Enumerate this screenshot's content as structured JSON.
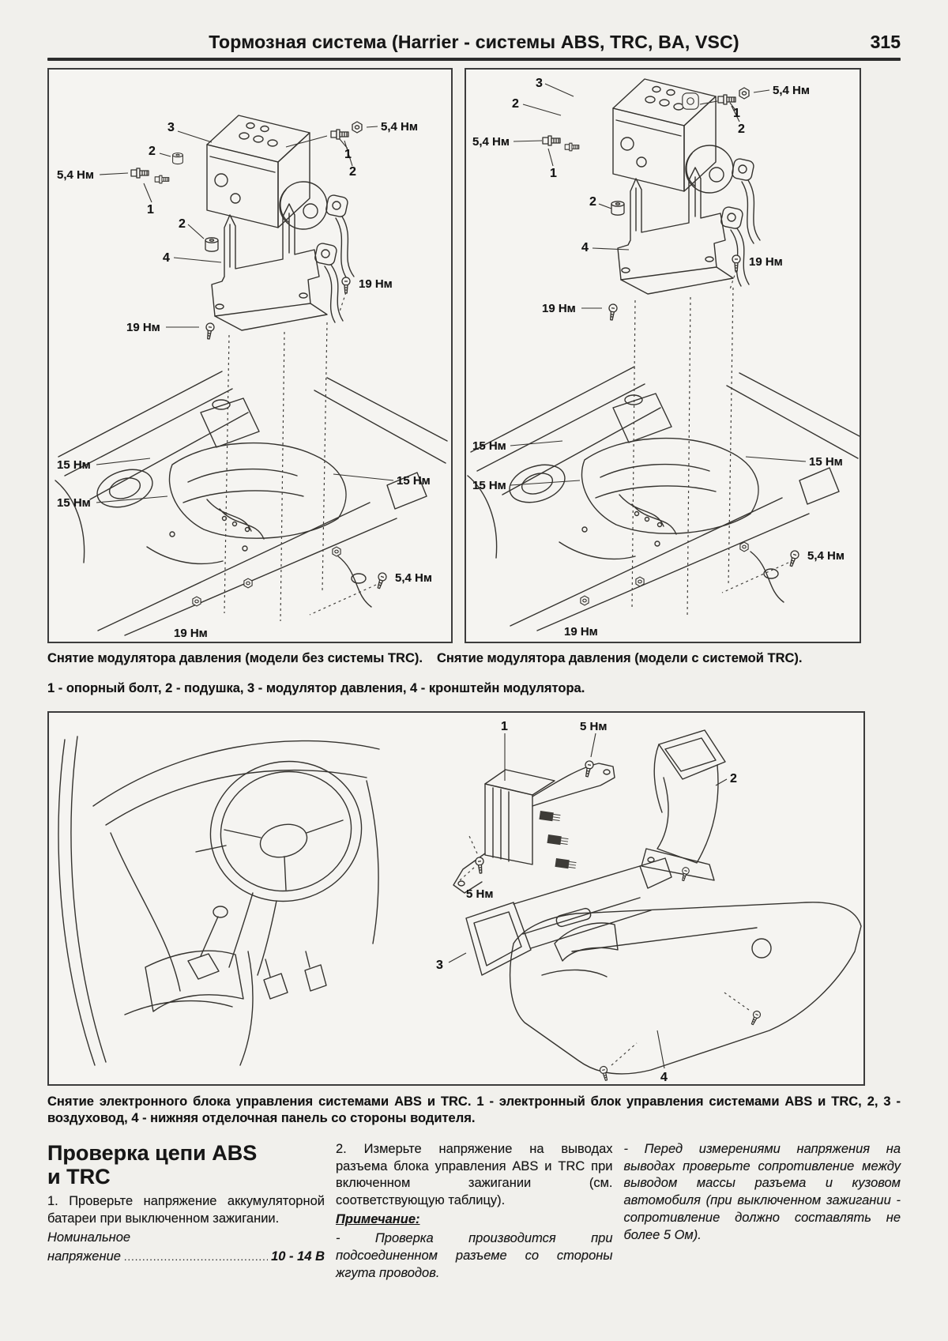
{
  "header": {
    "title": "Тормозная система (Harrier - системы ABS, TRC, BA, VSC)",
    "page_number": "315"
  },
  "labels": {
    "part_1": "1",
    "part_2": "2",
    "part_3": "3",
    "part_4": "4",
    "torque_5_4": "5,4 Нм",
    "torque_19": "19 Нм",
    "torque_15": "15 Нм",
    "torque_5": "5 Нм"
  },
  "captions": {
    "modulator_left": "Снятие модулятора давления (модели без системы TRC).",
    "modulator_right": "Снятие модулятора давления (модели с системой TRC).",
    "modulator_parts": "1 - опорный болт, 2 - подушка, 3 - модулятор давления, 4 - кронштейн модулятора.",
    "ecu": "Снятие электронного блока управления системами ABS и TRC. 1 - электронный блок управления системами ABS и TRC, 2, 3 - воздуховод, 4 - нижняя отделочная панель со стороны водителя."
  },
  "section": {
    "title": "Проверка цепи ABS и TRC",
    "step1": "1. Проверьте напряжение аккумуляторной батареи при выключенном зажигании.",
    "spec_name_line1": "Номинальное",
    "spec_name_line2": "напряжение",
    "spec_leader": "..............................................",
    "spec_value": "10 - 14 В",
    "step2": "2. Измерьте напряжение на выводах разъема блока управления ABS и TRC при включенном зажигании (см. соответствующую таблицу).",
    "note_title": "Примечание:",
    "note_item": "- Проверка производится при подсоединенном разъеме со стороны жгута проводов.",
    "warning": "- Перед измерениями напряжения на выводах проверьте сопротивление между выводом массы разъема и кузовом автомобиля (при выключенном зажигании - сопротивление должно составлять не более 5 Ом)."
  }
}
